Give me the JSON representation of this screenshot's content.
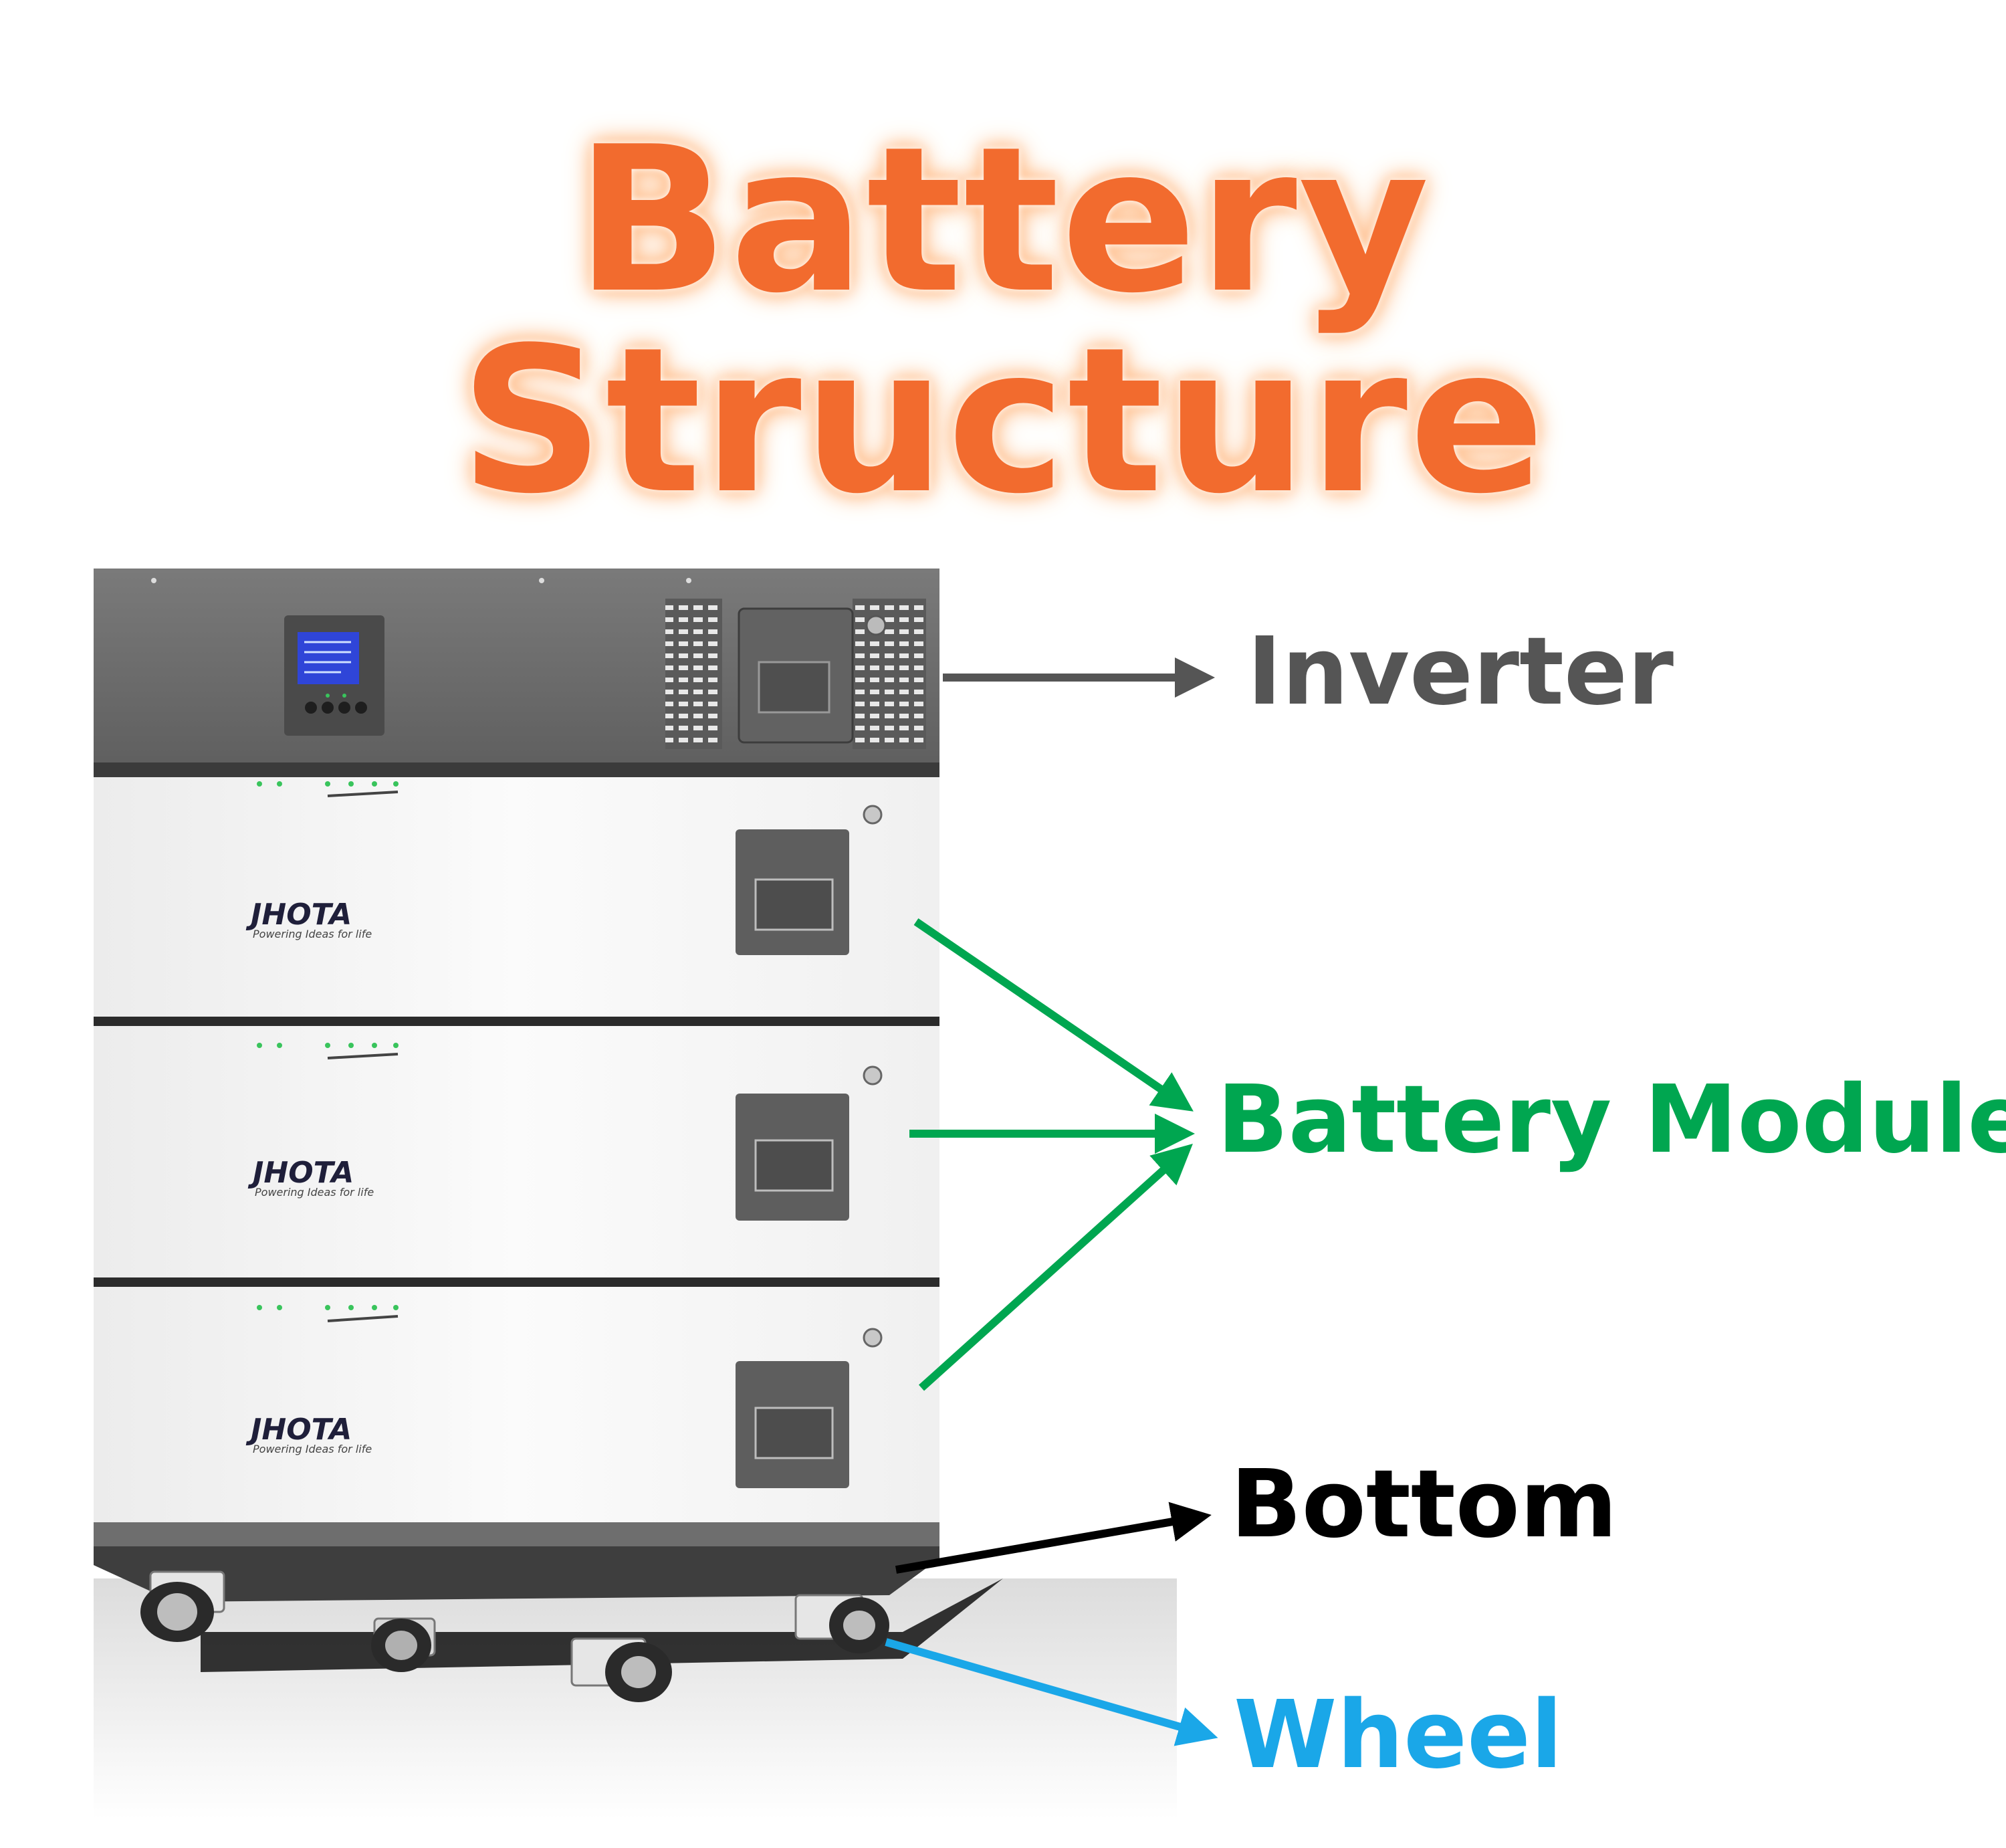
{
  "title": "Battery Structure",
  "brand": {
    "logo_text": "JHOTA",
    "tagline": "Powering Ideas for life"
  },
  "labels": {
    "inverter": "Inverter",
    "battery_module": "Battery Module",
    "bottom": "Bottom",
    "wheel": "Wheel"
  },
  "colors": {
    "title": "#f26b2e",
    "inverter": "#555555",
    "battery_module": "#00a650",
    "bottom": "#000000",
    "wheel": "#1aa7e8",
    "housing_gray": "#6b6b6b",
    "module_white": "#f4f4f4",
    "lcd_blue": "#2f45d8",
    "led_green": "#39c45c"
  },
  "icons": {
    "inverter": "inverter-icon",
    "battery_module": "battery-module-icon",
    "wheel": "wheel-icon"
  }
}
